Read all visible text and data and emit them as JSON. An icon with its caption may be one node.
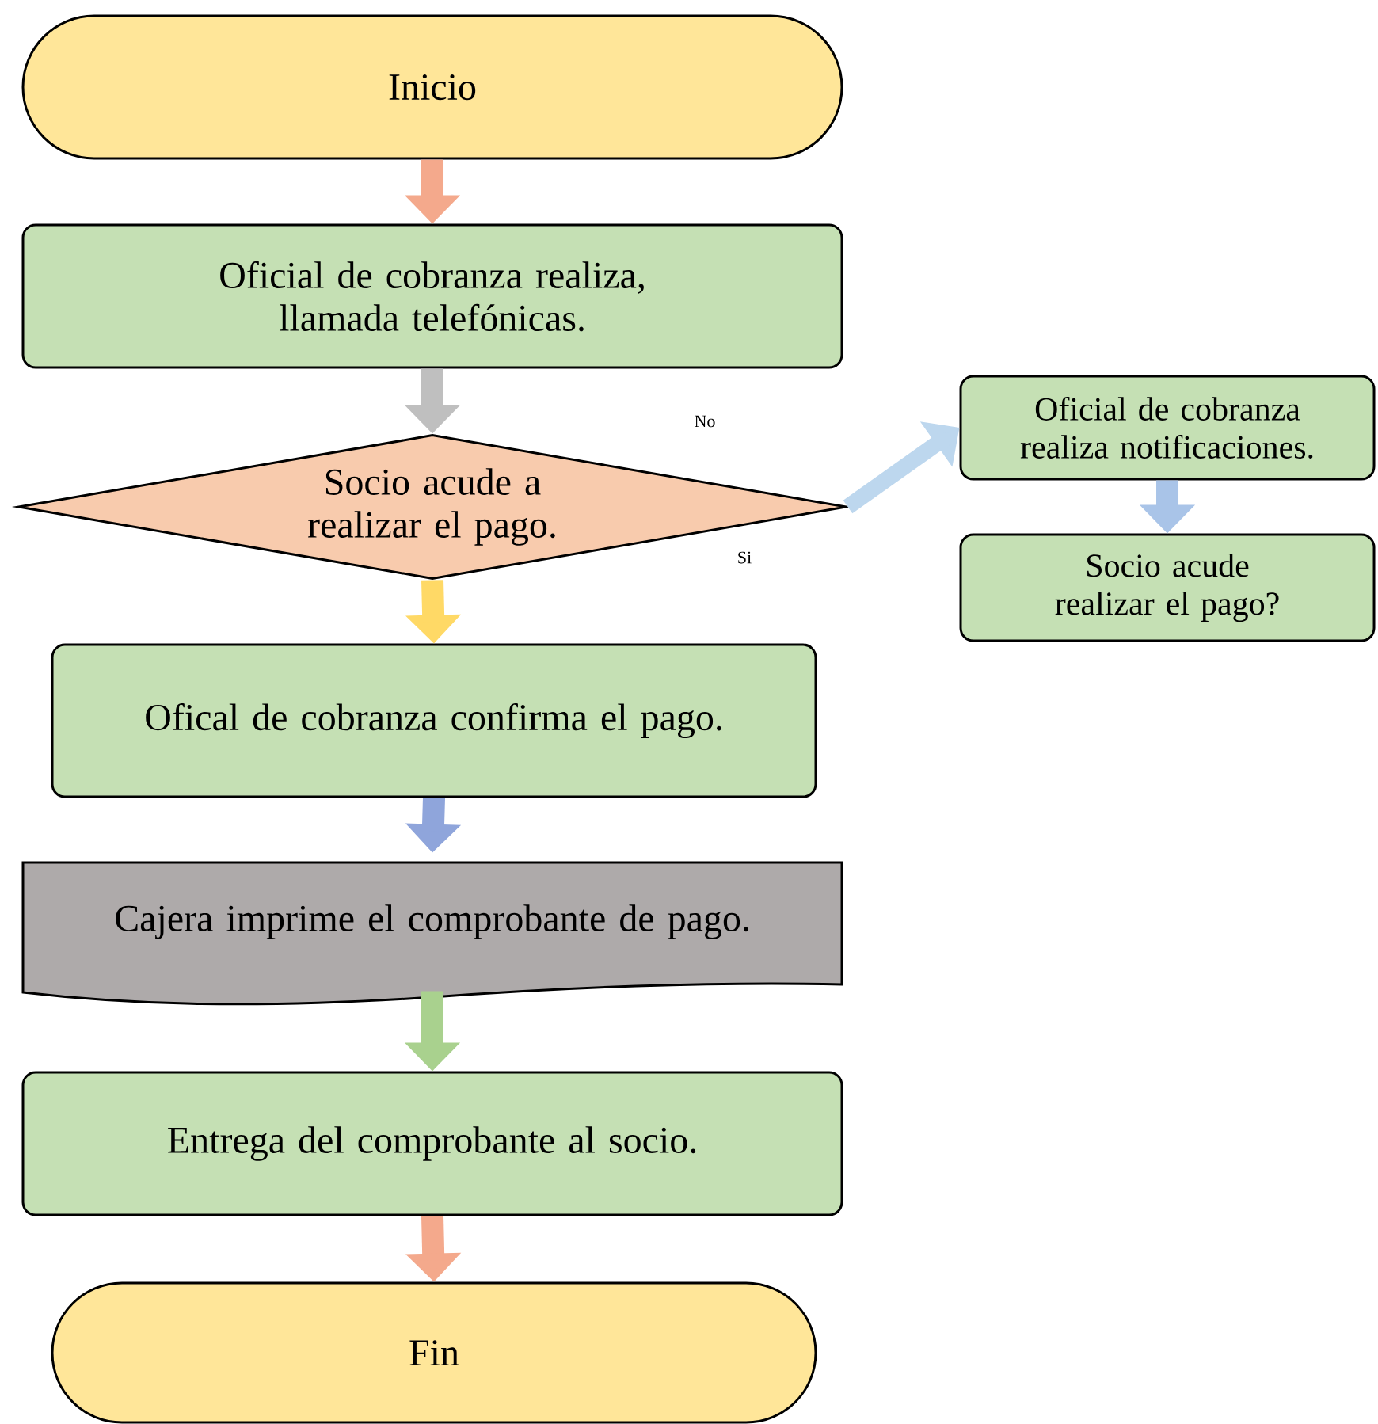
{
  "diagram": {
    "nodes": [
      {
        "text": [
          "Inicio"
        ]
      },
      {
        "text": [
          "Oficial de cobranza realiza, llamada telefónicas."
        ]
      },
      {
        "text": [
          "Socio acude a realizar el pago."
        ]
      },
      {
        "text": [
          "Ofical de cobranza confirma el pago."
        ]
      },
      {
        "text": [
          "Cajera imprime el comprobante de pago."
        ]
      },
      {
        "text": [
          "Entrega del comprobante al socio."
        ]
      },
      {
        "text": [
          "Fin"
        ]
      },
      {
        "text": [
          "Oficial de cobranza realiza notificaciones."
        ]
      },
      {
        "text": [
          "Socio acude realizar el pago?"
        ]
      }
    ],
    "edges": [
      {
        "from": 0,
        "to": 1,
        "arrow": "to",
        "color": "#f4a98c"
      },
      {
        "from": 1,
        "to": 2,
        "arrow": "to",
        "color": "#bfbfbf"
      },
      {
        "from": 2,
        "to": 3,
        "arrow": "to",
        "color": "#ffd966"
      },
      {
        "from": 3,
        "to": 4,
        "arrow": "to",
        "color": "#8fa5db"
      },
      {
        "from": 4,
        "to": 5,
        "arrow": "to",
        "color": "#a9d18e"
      },
      {
        "from": 5,
        "to": 6,
        "arrow": "to",
        "color": "#f4a98c"
      },
      {
        "from": 2,
        "to": 7,
        "arrow": "to",
        "color": "#bdd7ee"
      },
      {
        "from": 7,
        "to": 8,
        "arrow": "to",
        "color": "#a9c4e8"
      }
    ],
    "labels": [
      "No",
      "Si"
    ]
  }
}
